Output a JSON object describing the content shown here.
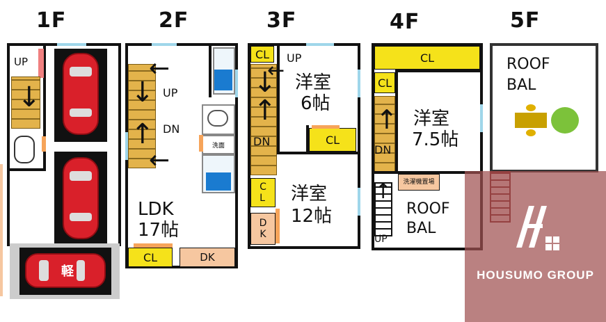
{
  "floors": [
    "1F",
    "2F",
    "3F",
    "4F",
    "5F"
  ],
  "f1": {
    "up": "UP",
    "kei": "軽"
  },
  "f2": {
    "up": "UP",
    "dn": "DN",
    "ldk_line1": "LDK",
    "ldk_line2": "17帖",
    "cl": "CL",
    "dk": "DK",
    "sensui": "洗面"
  },
  "f3": {
    "cl_top": "CL",
    "up": "UP",
    "room1_line1": "洋室",
    "room1_line2": "6帖",
    "dn": "DN",
    "cl_mid": "CL",
    "room2_line1": "洋室",
    "room2_line2": "12帖",
    "cl_small": "C\nL",
    "dk_small": "D\nK"
  },
  "f4": {
    "cl_top": "CL",
    "cl_small": "CL",
    "room_line1": "洋室",
    "room_line2": "7.5帖",
    "dn": "DN",
    "laundry": "洗濯機置場",
    "roof_line1": "ROOF",
    "roof_line2": "BAL",
    "up": "UP"
  },
  "f5": {
    "roof_line1": "ROOF",
    "roof_line2": "BAL"
  },
  "watermark": {
    "brand": "HOUSUMO GROUP"
  }
}
